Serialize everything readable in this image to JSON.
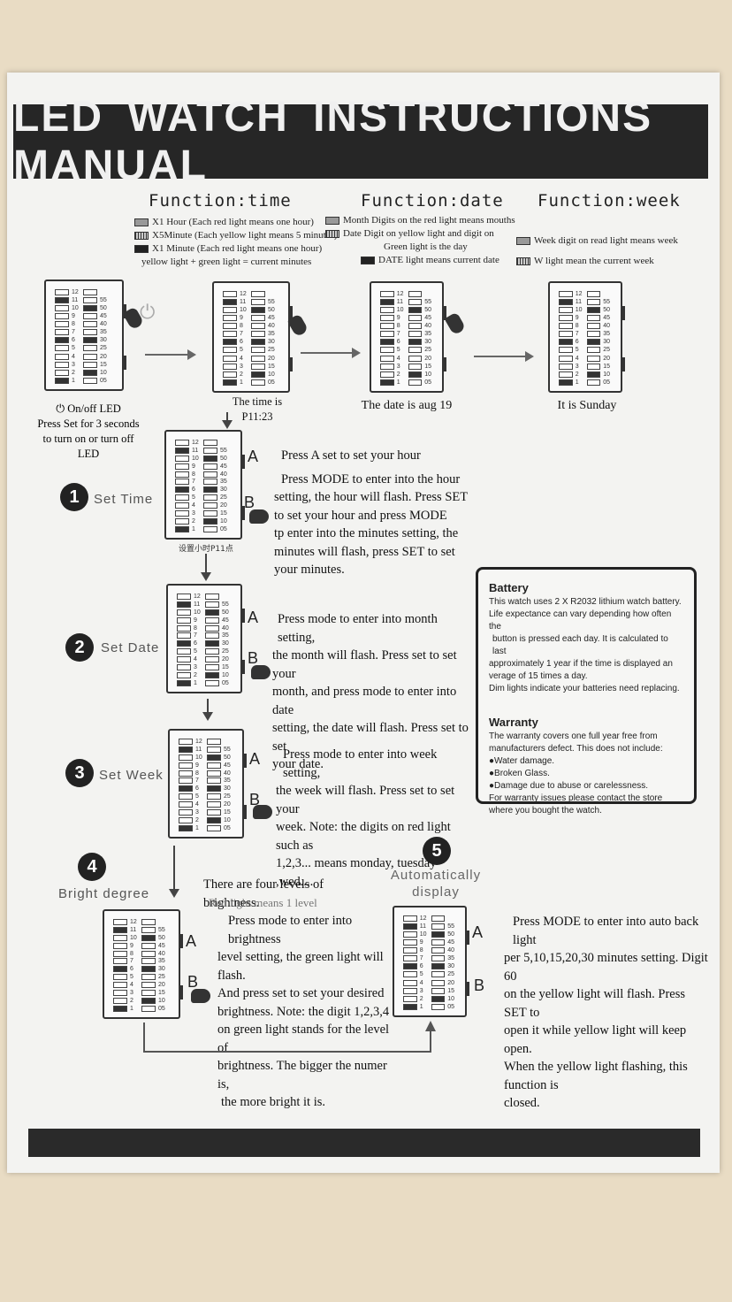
{
  "title": "LED WATCH INSTRUCTIONS MANUAL",
  "functions": {
    "time": {
      "title": "Function:time",
      "legend": [
        "X1  Hour  (Each red light means one hour)",
        "X5Minute  (Each yellow light means 5 minutes)",
        "X1 Minute  (Each red light means one hour)"
      ],
      "note": "yellow light + green light = current minutes",
      "caption": [
        "The time is",
        "P11:23"
      ]
    },
    "date": {
      "title": "Function:date",
      "legend": [
        "Month  Digits on the red light means mouths",
        "Date  Digit on yellow light and digit on",
        "Green light is the day",
        "DATE light means current date"
      ],
      "caption": "The date is aug 19"
    },
    "week": {
      "title": "Function:week",
      "legend": [
        "Week  digit on read light means week",
        "W light mean the current week"
      ],
      "caption": "It is Sunday"
    }
  },
  "power": {
    "label": "On/off LED",
    "text": [
      "Press Set for 3 seconds",
      "to turn on or turn off LED"
    ]
  },
  "steps": [
    {
      "number": "1",
      "label": "Set Time",
      "sub_caption": "设置小时P11点",
      "text": [
        "Press  A  set to set your hour",
        "Press MODE to enter  into the hour",
        "setting,  the hour will flash.  Press SET",
        "to set your hour and press MODE",
        "tp enter into the minutes setting, the",
        "minutes will  flash, press SET to set",
        "your minutes."
      ]
    },
    {
      "number": "2",
      "label": "Set Date",
      "text": [
        "Press mode to enter into month setting,",
        "the month will flash. Press set to set your",
        "month, and press mode to enter into date",
        "setting, the date will flash. Press set to set",
        "your date."
      ]
    },
    {
      "number": "3",
      "label": "Set Week",
      "text": [
        "Press mode to enter into week setting,",
        "the week will flash. Press set to set your",
        "week. Note: the digits on red light such as",
        "1,2,3... means  monday, tuesday ,wed...."
      ]
    },
    {
      "number": "4",
      "label": "Bright degree",
      "heading": "There are four levels of brightness.",
      "subheading": "Red light means 1 level",
      "text": [
        "Press mode to enter into brightness",
        "level setting, the green light will flash.",
        "And press set to set your desired",
        "brightness. Note: the digit 1,2,3,4",
        "on green light stands for the level of",
        "brightness.  The bigger the numer is,",
        "the more bright it is."
      ]
    },
    {
      "number": "5",
      "label": [
        "Automatically",
        "display"
      ],
      "text": [
        "Press MODE to enter into auto back light",
        "per 5,10,15,20,30 minutes setting. Digit 60",
        "on the yellow light will flash. Press SET to",
        "open it while yellow light will keep open.",
        "When  the yellow light flashing, this function is",
        "closed."
      ]
    }
  ],
  "battery": {
    "title": "Battery",
    "lines": [
      "This watch uses 2 X R2032 lithium watch battery.",
      "Life expectance can vary depending how often the",
      "button is pressed each day. It is calculated to last",
      "approximately 1 year if the time is displayed an",
      "verage of 15 times a day.",
      "Dim lights indicate your batteries need replacing."
    ]
  },
  "warranty": {
    "title": "Warranty",
    "lines": [
      "The warranty covers one full year free from",
      "manufacturers defect. This does not include:",
      "●Water damage.",
      "●Broken Glass.",
      "●Damage due to abuse or carelessness.",
      "For warranty issues please contact the store",
      "where you bought the watch."
    ]
  },
  "button_labels": {
    "a": "A",
    "b": "B"
  },
  "watch_labels": {
    "left": [
      "12",
      "11",
      "10",
      "9",
      "8",
      "7",
      "6",
      "5",
      "4",
      "3",
      "2",
      "1"
    ],
    "right": [
      "",
      "55",
      "50",
      "45",
      "40",
      "35",
      "30",
      "25",
      "20",
      "15",
      "10",
      "05"
    ]
  }
}
